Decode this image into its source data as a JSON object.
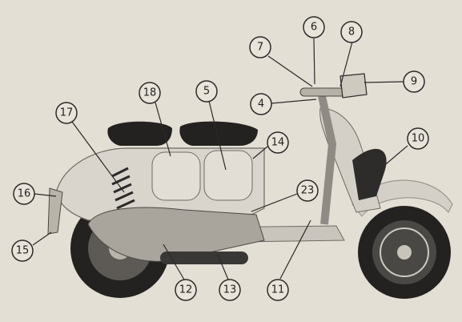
{
  "diagram": {
    "subject": "scooter-side-view",
    "colors": {
      "paper": "#e4dfd4",
      "body": "#d9d5cc",
      "shade": "#8f8b84",
      "dark": "#232221",
      "line": "#2a2a2a"
    },
    "callouts": [
      {
        "id": "c6",
        "label": "6"
      },
      {
        "id": "c8",
        "label": "8"
      },
      {
        "id": "c7",
        "label": "7"
      },
      {
        "id": "c9",
        "label": "9"
      },
      {
        "id": "c4",
        "label": "4"
      },
      {
        "id": "c18",
        "label": "18"
      },
      {
        "id": "c5",
        "label": "5"
      },
      {
        "id": "c17",
        "label": "17"
      },
      {
        "id": "c14",
        "label": "14"
      },
      {
        "id": "c10",
        "label": "10"
      },
      {
        "id": "c23",
        "label": "23"
      },
      {
        "id": "c16",
        "label": "16"
      },
      {
        "id": "c15",
        "label": "15"
      },
      {
        "id": "c12",
        "label": "12"
      },
      {
        "id": "c13",
        "label": "13"
      },
      {
        "id": "c11",
        "label": "11"
      }
    ]
  }
}
